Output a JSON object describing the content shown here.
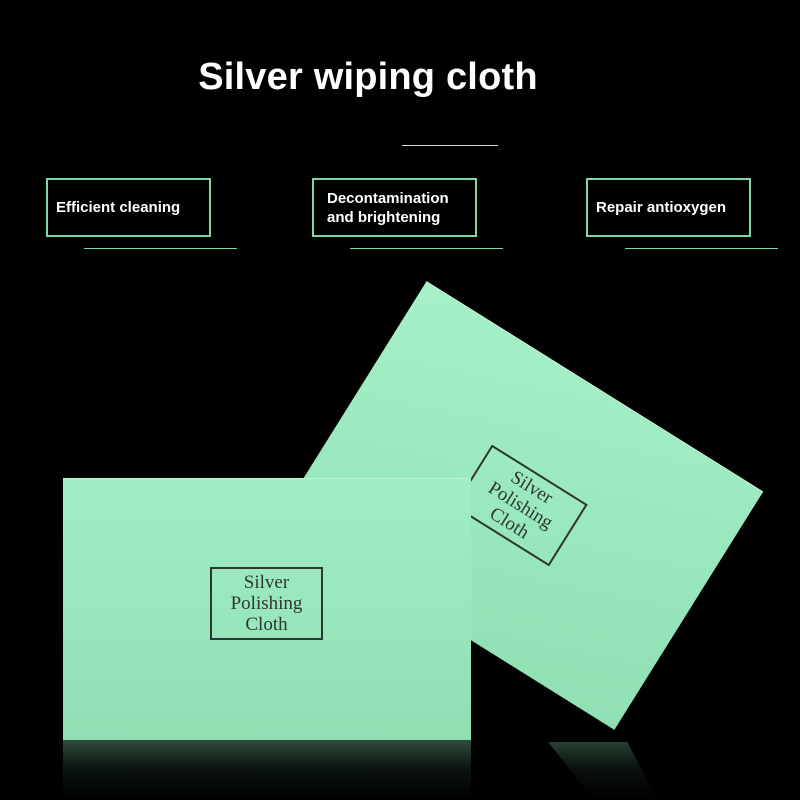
{
  "page": {
    "title": "Silver wiping cloth",
    "background_color": "#000000",
    "accent_color": "#7fd7a6"
  },
  "features": [
    {
      "label": "Efficient cleaning"
    },
    {
      "label": "Decontamination\nand brightening"
    },
    {
      "label": "Repair antioxygen"
    }
  ],
  "product": {
    "box_color": "#9ae8be",
    "logo_lines": [
      "Silver",
      "Polishing",
      "Cloth"
    ],
    "logo_color": "#2d3630"
  }
}
